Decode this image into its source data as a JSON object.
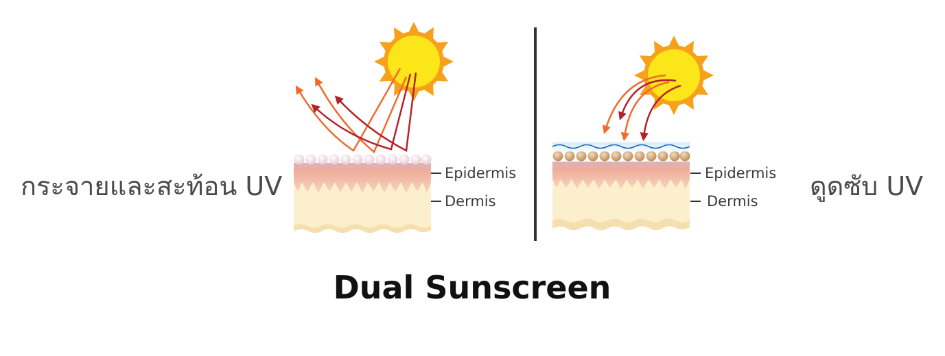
{
  "left_panel": {
    "caption": "กระจายและสะท้อน UV",
    "layer_labels": {
      "epidermis": "Epidermis",
      "dermis": "Dermis"
    }
  },
  "right_panel": {
    "caption": "ดูดซับ UV",
    "layer_labels": {
      "epidermis": "Epidermis",
      "dermis": "Dermis"
    }
  },
  "title": "Dual Sunscreen",
  "colors": {
    "sun_core": "#fbe619",
    "sun_rays": "#f7a11a",
    "ray_orange": "#ef6a2c",
    "ray_red": "#b3222a",
    "epidermis": "#f2c0ab",
    "dermis": "#fbefcc",
    "cell_pink": "#f1dde3",
    "cell_tan": "#d4a97c",
    "film_blue": "#1c66b8",
    "divider": "#333333"
  },
  "icons": [
    "sun-icon",
    "skin-layers-icon",
    "uv-arrow-icon"
  ]
}
